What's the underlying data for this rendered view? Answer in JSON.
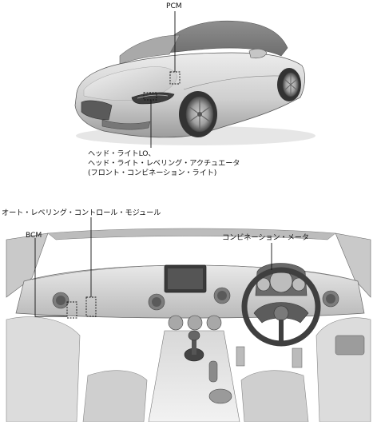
{
  "labels": {
    "pcm": "PCM",
    "headlight_line1": "ヘッド・ライトLO、",
    "headlight_line2": "ヘッド・ライト・レベリング・アクチュエータ",
    "headlight_line3": "(フロント・コンビネーション・ライト)",
    "auto_leveling_module": "オート・レベリング・コントロール・モジュール",
    "bcm": "BCM",
    "combination_meter": "コンビネーション・メータ"
  },
  "colors": {
    "leader_line": "#111111",
    "car_body": "#d4d4d4",
    "car_shadow": "#8a8a8a",
    "dash": "#cfcfcf"
  }
}
